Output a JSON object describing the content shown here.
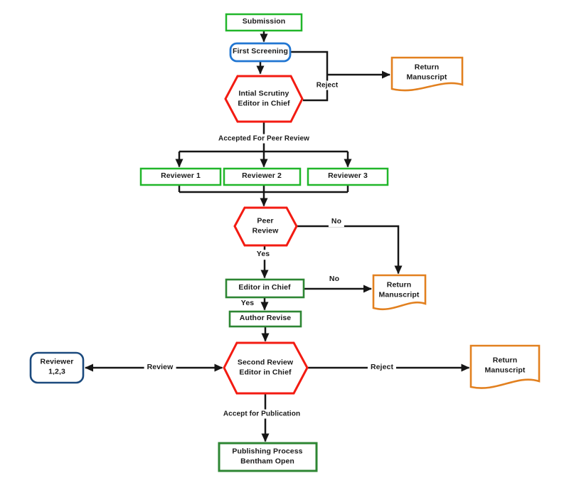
{
  "diagram": {
    "description": "Manuscript submission and peer review process flowchart",
    "nodes": {
      "submission": {
        "label": "Submission"
      },
      "first_screening": {
        "label": "First Screening"
      },
      "initial_scrutiny": {
        "label": "Intial Scrutiny\nEditor in Chief"
      },
      "return_manuscript_1": {
        "label": "Return\nManuscript"
      },
      "reviewer_1": {
        "label": "Reviewer 1"
      },
      "reviewer_2": {
        "label": "Reviewer 2"
      },
      "reviewer_3": {
        "label": "Reviewer 3"
      },
      "peer_review": {
        "label": "Peer\nReview"
      },
      "return_manuscript_2": {
        "label": "Return\nManuscript"
      },
      "editor_in_chief": {
        "label": "Editor in Chief"
      },
      "author_revise": {
        "label": "Author Revise"
      },
      "second_review": {
        "label": "Second Review\nEditor in Chief"
      },
      "reviewer_123": {
        "label": "Reviewer\n1,2,3"
      },
      "return_manuscript_3": {
        "label": "Return\nManuscript"
      },
      "publishing_process": {
        "label": "Publishing Process\nBentham Open"
      }
    },
    "edge_labels": {
      "reject_top": "Reject",
      "accepted_for_peer_review": "Accepted For Peer Review",
      "no_peer": "No",
      "yes_peer": "Yes",
      "no_editor": "No",
      "yes_editor": "Yes",
      "review": "Review",
      "reject_bottom": "Reject",
      "accept_for_publication": "Accept for Publication"
    },
    "colors": {
      "background": "#ffffff",
      "bright_green": "#21b62a",
      "dark_green": "#2d8633",
      "red": "#f31b12",
      "blue": "#2176d2",
      "navy": "#1b4a7e",
      "orange": "#e2801f",
      "line": "#161616"
    }
  }
}
